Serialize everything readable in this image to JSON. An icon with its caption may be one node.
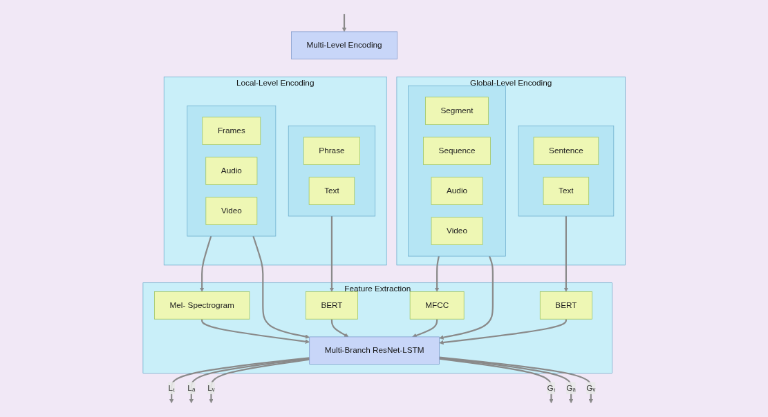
{
  "diagram": {
    "nodes": [
      {
        "text": [
          "Multi-Level Encoding"
        ]
      },
      {
        "text": [
          "Local-Level Encoding"
        ]
      },
      {
        "text": [],
        "shape": "box",
        "in": 1
      },
      {
        "text": [
          "Phrase"
        ],
        "in": 2
      },
      {
        "text": [
          "Text"
        ],
        "in": 2
      },
      {
        "text": [],
        "shape": "box",
        "in": 1
      },
      {
        "text": [
          "Frames"
        ],
        "in": 5
      },
      {
        "text": [
          "Audio"
        ],
        "in": 5
      },
      {
        "text": [
          "Video"
        ],
        "in": 5
      },
      {
        "text": [
          "Global-Level Encoding"
        ]
      },
      {
        "text": [],
        "shape": "box",
        "in": 9
      },
      {
        "text": [
          "Sentence"
        ],
        "in": 10
      },
      {
        "text": [
          "Text"
        ],
        "in": 10
      },
      {
        "text": [],
        "shape": "box",
        "in": 9
      },
      {
        "text": [
          "Segment"
        ],
        "in": 13
      },
      {
        "text": [
          "Sequence"
        ],
        "in": 13
      },
      {
        "text": [
          "Audio"
        ],
        "in": 13
      },
      {
        "text": [
          "Video"
        ],
        "in": 13
      },
      {
        "text": [
          "Feature Extraction"
        ]
      },
      {
        "text": [
          "BERT"
        ],
        "in": 18
      },
      {
        "text": [
          "Mel- Spectrogram"
        ],
        "in": 18
      },
      {
        "text": [
          "BERT"
        ],
        "in": 18
      },
      {
        "text": [
          "MFCC"
        ],
        "in": 18
      },
      {
        "text": [
          "Multi-Branch ResNet-LSTM"
        ],
        "in": 18
      }
    ],
    "edges": [
      {
        "from": null,
        "to": 0,
        "arrow": "to"
      },
      {
        "from": 2,
        "to": 19,
        "arrow": "to"
      },
      {
        "from": 5,
        "to": 20,
        "arrow": "to"
      },
      {
        "from": 5,
        "to": 23,
        "arrow": "to"
      },
      {
        "from": 10,
        "to": 21,
        "arrow": "to"
      },
      {
        "from": 13,
        "to": 22,
        "arrow": "to"
      },
      {
        "from": 13,
        "to": 23,
        "arrow": "to"
      },
      {
        "from": 19,
        "to": 23,
        "arrow": "to"
      },
      {
        "from": 20,
        "to": 23,
        "arrow": "to"
      },
      {
        "from": 21,
        "to": 23,
        "arrow": "to"
      },
      {
        "from": 22,
        "to": 23,
        "arrow": "to"
      },
      {
        "from": 23,
        "to": null,
        "arrow": "to",
        "label": "Lₜ"
      },
      {
        "from": 23,
        "to": null,
        "arrow": "to",
        "label": "Lₐ"
      },
      {
        "from": 23,
        "to": null,
        "arrow": "to",
        "label": "Lᵥ"
      },
      {
        "from": 23,
        "to": null,
        "arrow": "to",
        "label": "Gₜ"
      },
      {
        "from": 23,
        "to": null,
        "arrow": "to",
        "label": "Gₐ"
      },
      {
        "from": 23,
        "to": null,
        "arrow": "to",
        "label": "Gᵥ"
      }
    ]
  }
}
